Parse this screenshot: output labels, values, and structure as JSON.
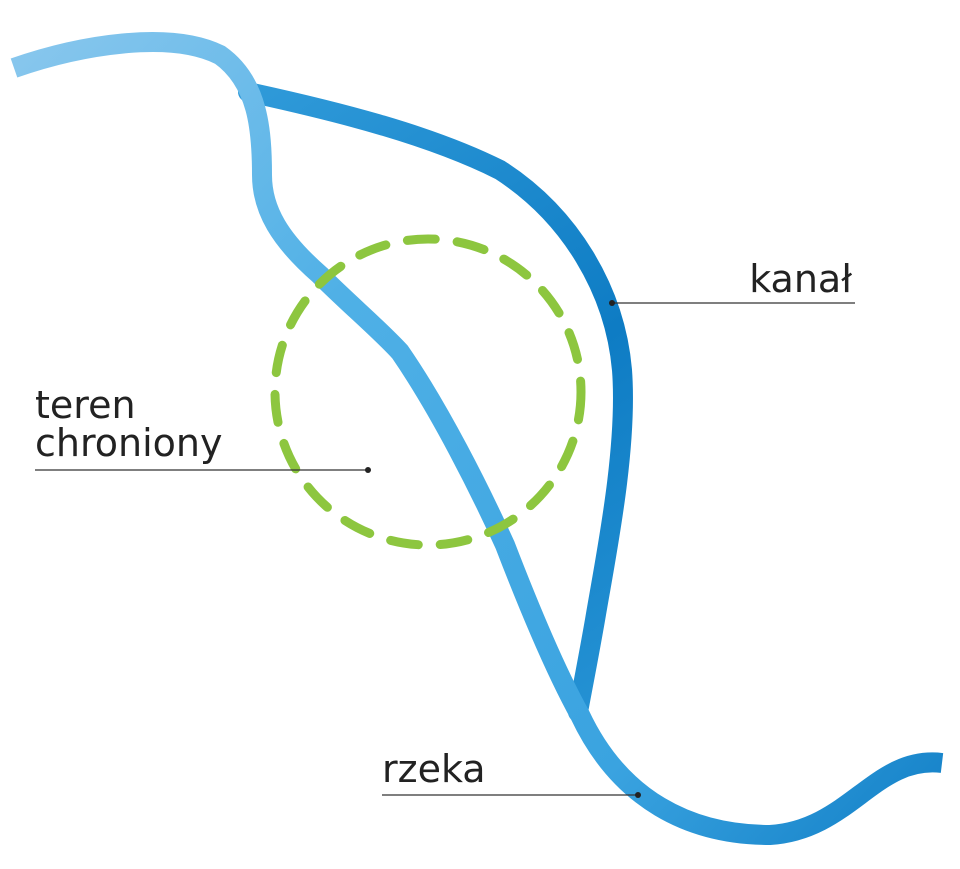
{
  "labels": {
    "canal": "kanał",
    "protected_line1": "teren",
    "protected_line2": "chroniony",
    "river": "rzeka"
  },
  "colors": {
    "river_light": "#8ec9ee",
    "river_mid": "#3aa3e0",
    "river_dark": "#0e7cc4",
    "protected_area": "#8dc63f",
    "leader_line": "#333333",
    "text": "#222222"
  }
}
